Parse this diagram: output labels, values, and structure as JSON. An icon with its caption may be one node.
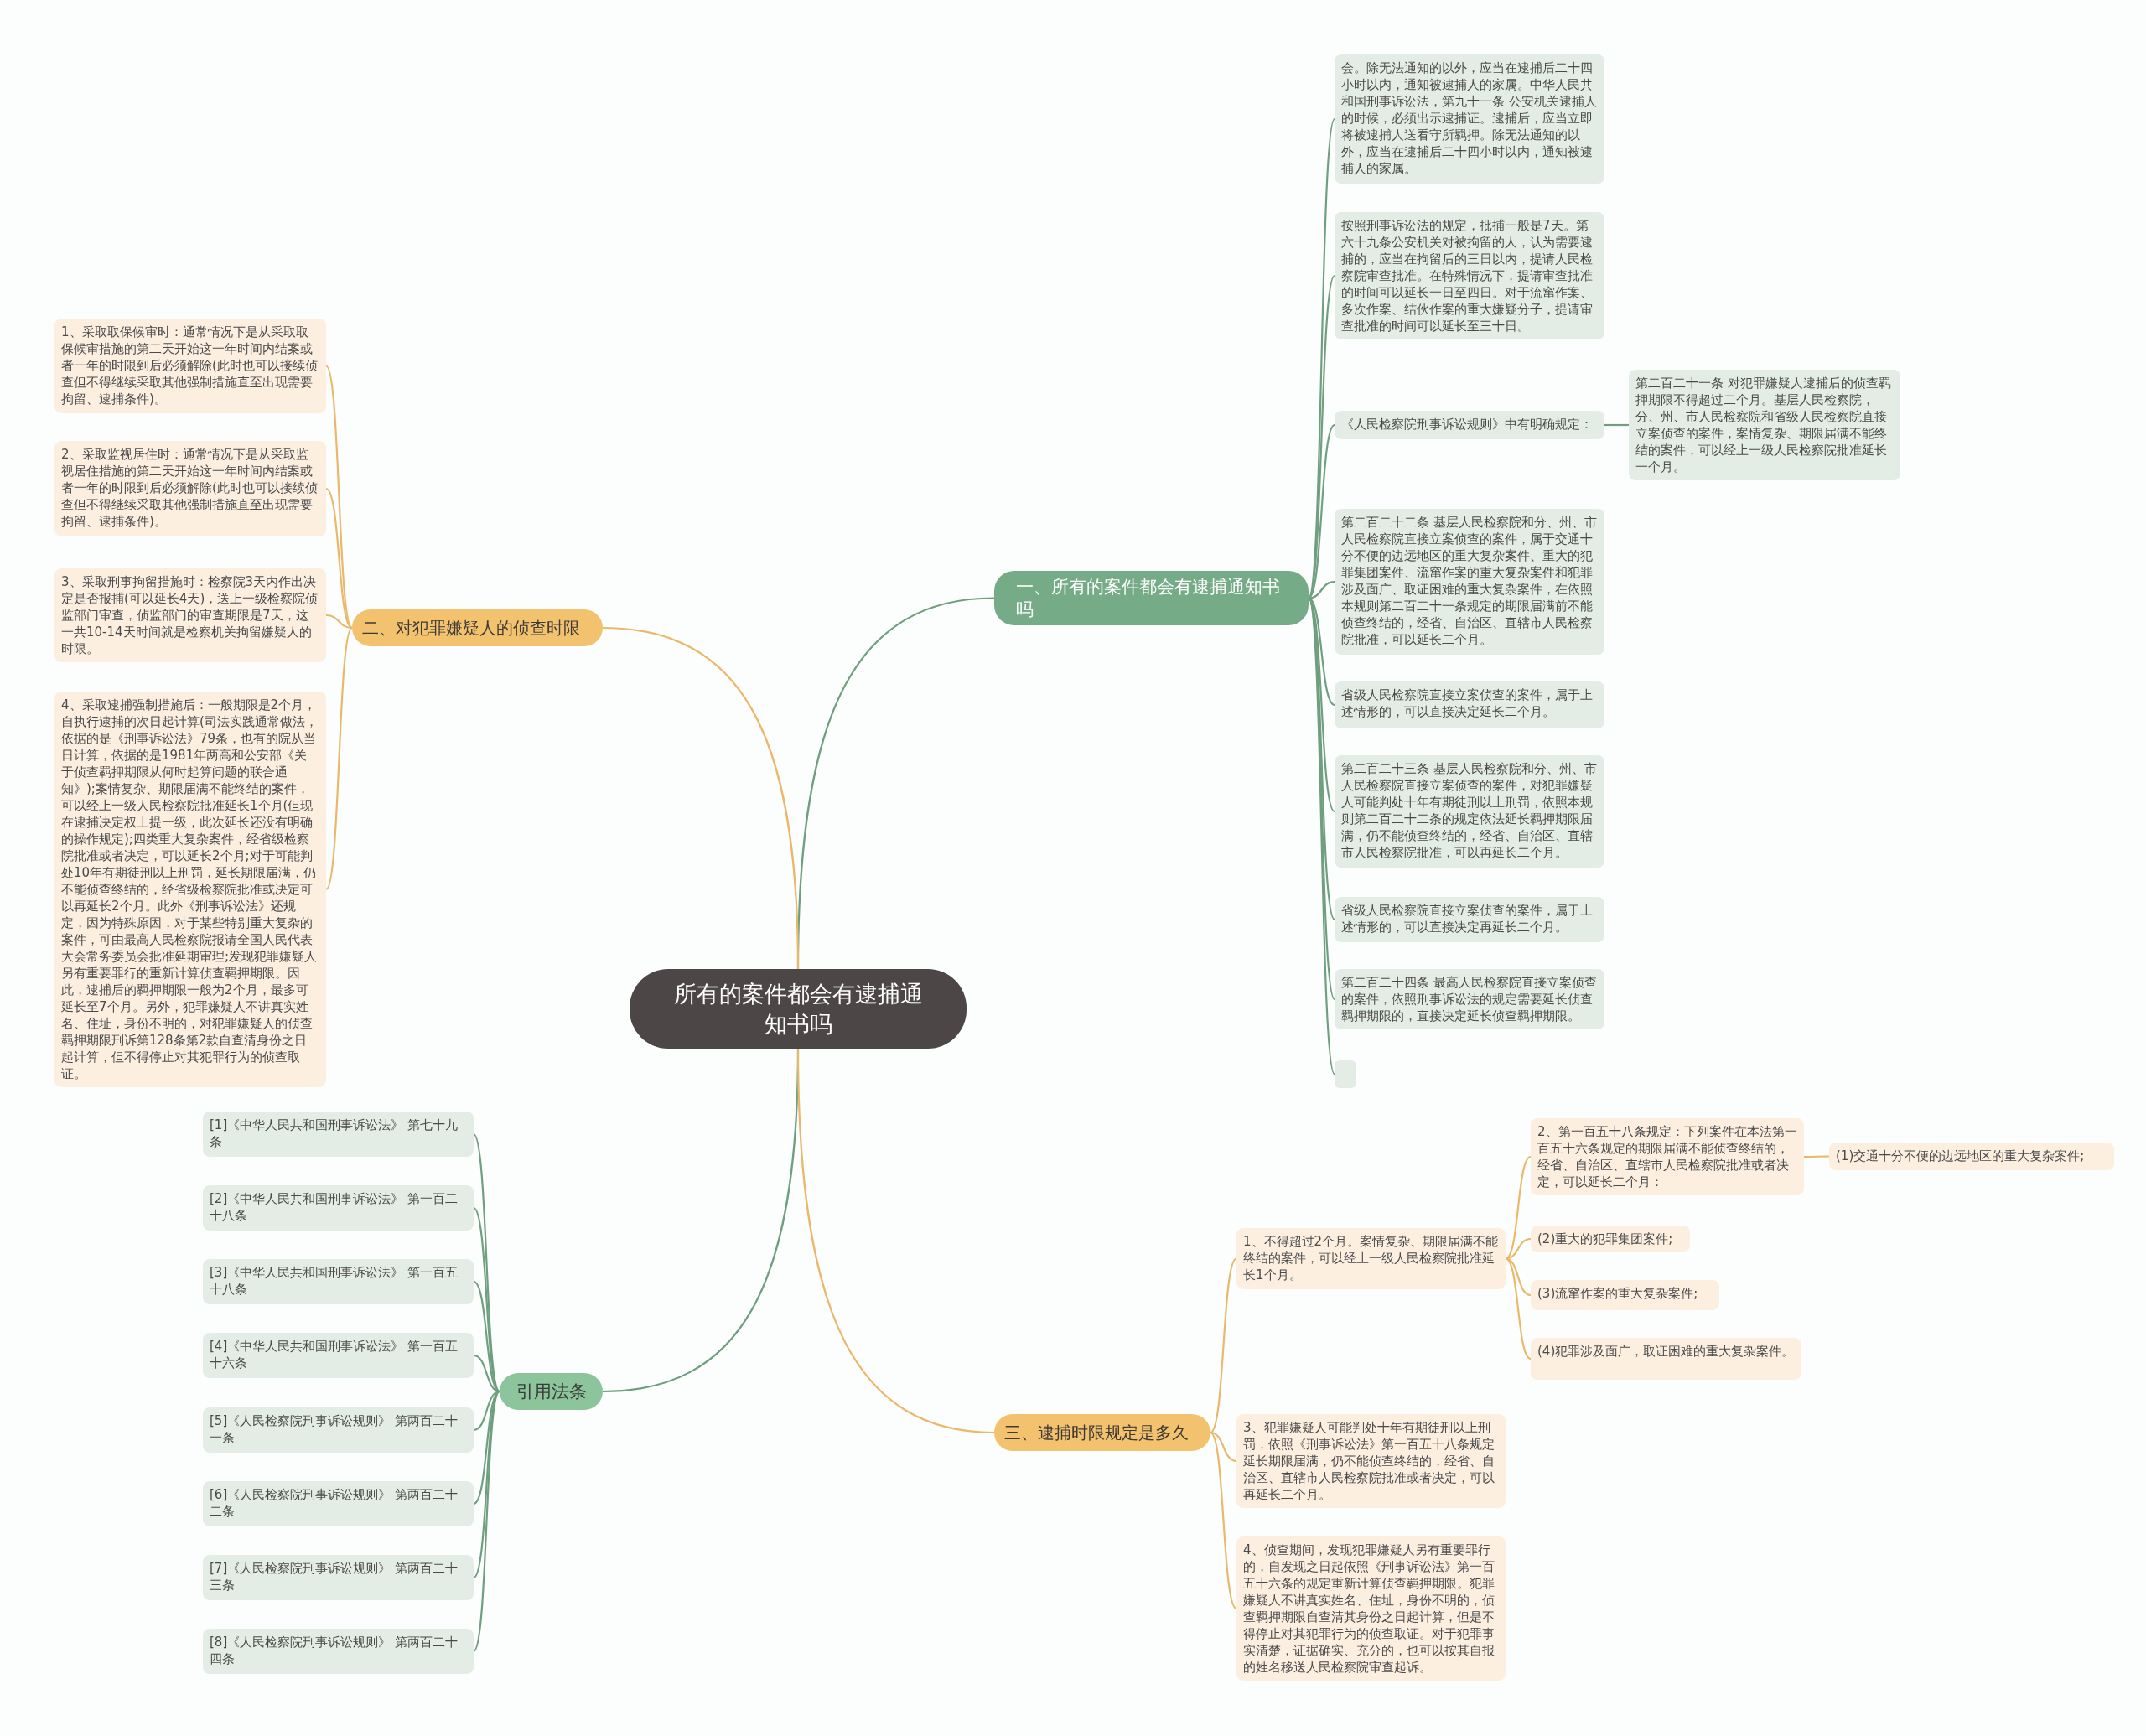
{
  "diagram": {
    "nodes": [
      {
        "text": [
          "所有的案件都会有逮捕通知书吗"
        ]
      },
      {
        "text": [
          "一、所有的案件都会有逮捕通知书吗"
        ]
      },
      {
        "text": [
          "会。除无法通知的以外，应当在逮捕后二十四小时以内，通知被逮捕人的家属。中华人民共和国刑事诉讼法，第九十一条 公安机关逮捕人的时候，必须出示逮捕证。逮捕后，应当立即将被逮捕人送看守所羁押。除无法通知的以外，应当在逮捕后二十四小时以内，通知被逮捕人的家属。"
        ]
      },
      {
        "text": [
          "按照刑事诉讼法的规定，批捕一般是7天。第六十九条公安机关对被拘留的人，认为需要逮捕的，应当在拘留后的三日以内，提请人民检察院审查批准。在特殊情况下，提请审查批准的时间可以延长一日至四日。对于流窜作案、多次作案、结伙作案的重大嫌疑分子，提请审查批准的时间可以延长至三十日。"
        ]
      },
      {
        "text": [
          "《人民检察院刑事诉讼规则》中有明确规定："
        ]
      },
      {
        "text": [
          "第二百二十一条 对犯罪嫌疑人逮捕后的侦查羁押期限不得超过二个月。基层人民检察院，分、州、市人民检察院和省级人民检察院直接立案侦查的案件，案情复杂、期限届满不能终结的案件，可以经上一级人民检察院批准延长一个月。"
        ]
      },
      {
        "text": [
          "第二百二十二条 基层人民检察院和分、州、市人民检察院直接立案侦查的案件，属于交通十分不便的边远地区的重大复杂案件、重大的犯罪集团案件、流窜作案的重大复杂案件和犯罪涉及面广、取证困难的重大复杂案件，在依照本规则第二百二十一条规定的期限届满前不能侦查终结的，经省、自治区、直辖市人民检察院批准，可以延长二个月。"
        ]
      },
      {
        "text": [
          "省级人民检察院直接立案侦查的案件，属于上述情形的，可以直接决定延长二个月。"
        ]
      },
      {
        "text": [
          "第二百二十三条 基层人民检察院和分、州、市人民检察院直接立案侦查的案件，对犯罪嫌疑人可能判处十年有期徒刑以上刑罚，依照本规则第二百二十二条的规定依法延长羁押期限届满，仍不能侦查终结的，经省、自治区、直辖市人民检察院批准，可以再延长二个月。"
        ]
      },
      {
        "text": [
          "省级人民检察院直接立案侦查的案件，属于上述情形的，可以直接决定再延长二个月。"
        ]
      },
      {
        "text": [
          "第二百二十四条 最高人民检察院直接立案侦查的案件，依照刑事诉讼法的规定需要延长侦查羁押期限的，直接决定延长侦查羁押期限。"
        ]
      },
      {
        "text": [],
        "shape": "box"
      },
      {
        "text": [
          "二、对犯罪嫌疑人的侦查时限"
        ]
      },
      {
        "text": [
          "1、采取取保候审时：通常情况下是从采取取保候审措施的第二天开始这一年时间内结案或者一年的时限到后必须解除(此时也可以接续侦查但不得继续采取其他强制措施直至出现需要拘留、逮捕条件)。"
        ]
      },
      {
        "text": [
          "2、采取监视居住时：通常情况下是从采取监视居住措施的第二天开始这一年时间内结案或者一年的时限到后必须解除(此时也可以接续侦查但不得继续采取其他强制措施直至出现需要拘留、逮捕条件)。"
        ]
      },
      {
        "text": [
          "3、采取刑事拘留措施时：检察院3天内作出决定是否报捕(可以延长4天)，送上一级检察院侦监部门审查，侦监部门的审查期限是7天，这一共10-14天时间就是检察机关拘留嫌疑人的时限。"
        ]
      },
      {
        "text": [
          "4、采取逮捕强制措施后：一般期限是2个月，自执行逮捕的次日起计算(司法实践通常做法，依据的是《刑事诉讼法》79条，也有的院从当日计算，依据的是1981年两高和公安部《关于侦查羁押期限从何时起算问题的联合通知》);案情复杂、期限届满不能终结的案件，可以经上一级人民检察院批准延长1个月(但现在逮捕决定权上提一级，此次延长还没有明确的操作规定);四类重大复杂案件，经省级检察院批准或者决定，可以延长2个月;对于可能判处10年有期徒刑以上刑罚，延长期限届满，仍不能侦查终结的，经省级检察院批准或决定可以再延长2个月。此外《刑事诉讼法》还规定，因为特殊原因，对于某些特别重大复杂的案件，可由最高人民检察院报请全国人民代表大会常务委员会批准延期审理;发现犯罪嫌疑人另有重要罪行的重新计算侦查羁押期限。因此，逮捕后的羁押期限一般为2个月，最多可延长至7个月。另外，犯罪嫌疑人不讲真实姓名、住址，身份不明的，对犯罪嫌疑人的侦查羁押期限刑诉第128条第2款自查清身份之日起计算，但不得停止对其犯罪行为的侦查取证。"
        ]
      },
      {
        "text": [
          "引用法条"
        ]
      },
      {
        "text": [
          "[1]《中华人民共和国刑事诉讼法》 第七十九条"
        ]
      },
      {
        "text": [
          "[2]《中华人民共和国刑事诉讼法》 第一百二十八条"
        ]
      },
      {
        "text": [
          "[3]《中华人民共和国刑事诉讼法》 第一百五十八条"
        ]
      },
      {
        "text": [
          "[4]《中华人民共和国刑事诉讼法》 第一百五十六条"
        ]
      },
      {
        "text": [
          "[5]《人民检察院刑事诉讼规则》 第两百二十一条"
        ]
      },
      {
        "text": [
          "[6]《人民检察院刑事诉讼规则》 第两百二十二条"
        ]
      },
      {
        "text": [
          "[7]《人民检察院刑事诉讼规则》 第两百二十三条"
        ]
      },
      {
        "text": [
          "[8]《人民检察院刑事诉讼规则》 第两百二十四条"
        ]
      },
      {
        "text": [
          "三、逮捕时限规定是多久"
        ]
      },
      {
        "text": [
          "1、不得超过2个月。案情复杂、期限届满不能终结的案件，可以经上一级人民检察院批准延长1个月。"
        ]
      },
      {
        "text": [
          "2、第一百五十八条规定：下列案件在本法第一百五十六条规定的期限届满不能侦查终结的，经省、自治区、直辖市人民检察院批准或者决定，可以延长二个月："
        ]
      },
      {
        "text": [
          "(1)交通十分不便的边远地区的重大复杂案件;"
        ]
      },
      {
        "text": [
          "(2)重大的犯罪集团案件;"
        ]
      },
      {
        "text": [
          "(3)流窜作案的重大复杂案件;"
        ]
      },
      {
        "text": [
          "(4)犯罪涉及面广，取证困难的重大复杂案件。"
        ]
      },
      {
        "text": [
          "3、犯罪嫌疑人可能判处十年有期徒刑以上刑罚，依照《刑事诉讼法》第一百五十八条规定延长期限届满，仍不能侦查终结的，经省、自治区、直辖市人民检察院批准或者决定，可以再延长二个月。"
        ]
      },
      {
        "text": [
          "4、侦查期间，发现犯罪嫌疑人另有重要罪行的，自发现之日起依照《刑事诉讼法》第一百五十六条的规定重新计算侦查羁押期限。犯罪嫌疑人不讲真实姓名、住址，身份不明的，侦查羁押期限自查清其身份之日起计算，但是不得停止对其犯罪行为的侦查取证。对于犯罪事实清楚，证据确实、充分的，也可以按其自报的姓名移送人民检察院审查起诉。"
        ]
      }
    ],
    "edges": [
      {
        "from": 0,
        "to": 1,
        "arrow": "none"
      },
      {
        "from": 1,
        "to": 2,
        "arrow": "none"
      },
      {
        "from": 1,
        "to": 3,
        "arrow": "none"
      },
      {
        "from": 1,
        "to": 4,
        "arrow": "none"
      },
      {
        "from": 4,
        "to": 5,
        "arrow": "none"
      },
      {
        "from": 1,
        "to": 6,
        "arrow": "none"
      },
      {
        "from": 1,
        "to": 7,
        "arrow": "none"
      },
      {
        "from": 1,
        "to": 8,
        "arrow": "none"
      },
      {
        "from": 1,
        "to": 9,
        "arrow": "none"
      },
      {
        "from": 1,
        "to": 10,
        "arrow": "none"
      },
      {
        "from": 1,
        "to": 11,
        "arrow": "none"
      },
      {
        "from": 0,
        "to": 12,
        "arrow": "none",
        "color": "#e9b86a"
      },
      {
        "from": 12,
        "to": 13,
        "arrow": "none",
        "color": "#e9b86a"
      },
      {
        "from": 12,
        "to": 14,
        "arrow": "none",
        "color": "#e9b86a"
      },
      {
        "from": 12,
        "to": 15,
        "arrow": "none",
        "color": "#e9b86a"
      },
      {
        "from": 12,
        "to": 16,
        "arrow": "none",
        "color": "#e9b86a"
      },
      {
        "from": 0,
        "to": 17,
        "arrow": "none"
      },
      {
        "from": 17,
        "to": 18,
        "arrow": "none"
      },
      {
        "from": 17,
        "to": 19,
        "arrow": "none"
      },
      {
        "from": 17,
        "to": 20,
        "arrow": "none"
      },
      {
        "from": 17,
        "to": 21,
        "arrow": "none"
      },
      {
        "from": 17,
        "to": 22,
        "arrow": "none"
      },
      {
        "from": 17,
        "to": 23,
        "arrow": "none"
      },
      {
        "from": 17,
        "to": 24,
        "arrow": "none"
      },
      {
        "from": 17,
        "to": 25,
        "arrow": "none"
      },
      {
        "from": 0,
        "to": 26,
        "arrow": "none",
        "color": "#e9b86a"
      },
      {
        "from": 26,
        "to": 27,
        "arrow": "none",
        "color": "#e9b86a"
      },
      {
        "from": 27,
        "to": 28,
        "arrow": "none",
        "color": "#e9b86a"
      },
      {
        "from": 28,
        "to": 29,
        "arrow": "none",
        "color": "#e9b86a"
      },
      {
        "from": 27,
        "to": 30,
        "arrow": "none",
        "color": "#e9b86a"
      },
      {
        "from": 27,
        "to": 31,
        "arrow": "none",
        "color": "#e9b86a"
      },
      {
        "from": 27,
        "to": 32,
        "arrow": "none",
        "color": "#e9b86a"
      },
      {
        "from": 26,
        "to": 33,
        "arrow": "none",
        "color": "#e9b86a"
      },
      {
        "from": 26,
        "to": 34,
        "arrow": "none",
        "color": "#e9b86a"
      }
    ]
  }
}
